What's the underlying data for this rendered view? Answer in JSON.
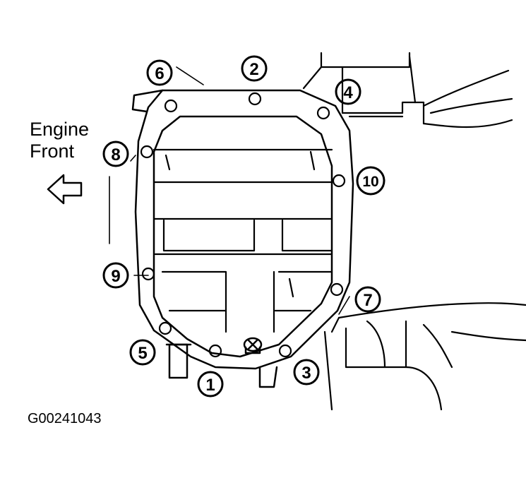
{
  "direction_label": {
    "line1": "Engine",
    "line2": "Front"
  },
  "figure_id": "G00241043",
  "bolt_sequence": [
    "1",
    "2",
    "3",
    "4",
    "5",
    "6",
    "7",
    "8",
    "9",
    "10"
  ],
  "icons": {
    "direction": "arrow-left-icon"
  }
}
